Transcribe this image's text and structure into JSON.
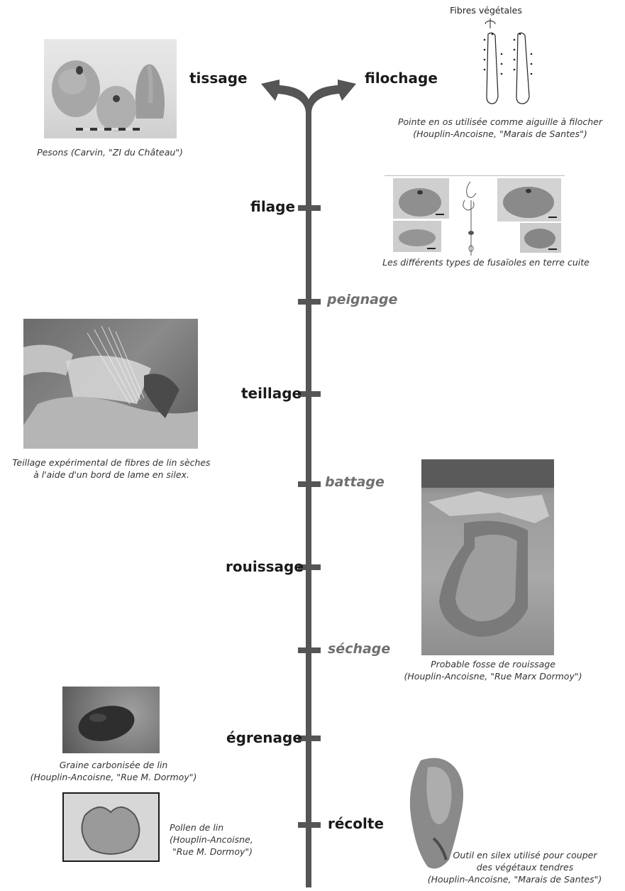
{
  "stages": {
    "tissage": "tissage",
    "filochage": "filochage",
    "filage": "filage",
    "peignage": "peignage",
    "teillage": "teillage",
    "battage": "battage",
    "rouissage": "rouissage",
    "sechage": "séchage",
    "egrenage": "égrenage",
    "recolte": "récolte"
  },
  "captions": {
    "fibres": "Fibres végétales",
    "pesons": "Pesons (Carvin, \"ZI du Château\")",
    "pointe_1": "Pointe en os utilisée comme aiguille à filocher",
    "pointe_2": "(Houplin-Ancoisne, \"Marais de Santes\")",
    "fusaioles": "Les différents types de fusaïoles en terre cuite",
    "teillage_1": "Teillage expérimental de fibres de lin sèches",
    "teillage_2": "à l'aide d'un bord de lame en silex.",
    "fosse_1": "Probable fosse de rouissage",
    "fosse_2": "(Houplin-Ancoisne, \"Rue Marx Dormoy\")",
    "graine_1": "Graine carbonisée de lin",
    "graine_2": "(Houplin-Ancoisne, \"Rue M. Dormoy\")",
    "pollen_1": "Pollen de lin",
    "pollen_2": "(Houplin-Ancoisne,",
    "pollen_3": "\"Rue M. Dormoy\")",
    "outil_1": "Outil en silex utilisé pour couper",
    "outil_2": "des végétaux tendres",
    "outil_3": "(Houplin-Ancoisne, \"Marais de Santes\")"
  },
  "colors": {
    "timeline": "#555555",
    "stage_main": "#1a1a1a",
    "stage_secondary": "#6f6f6f"
  }
}
